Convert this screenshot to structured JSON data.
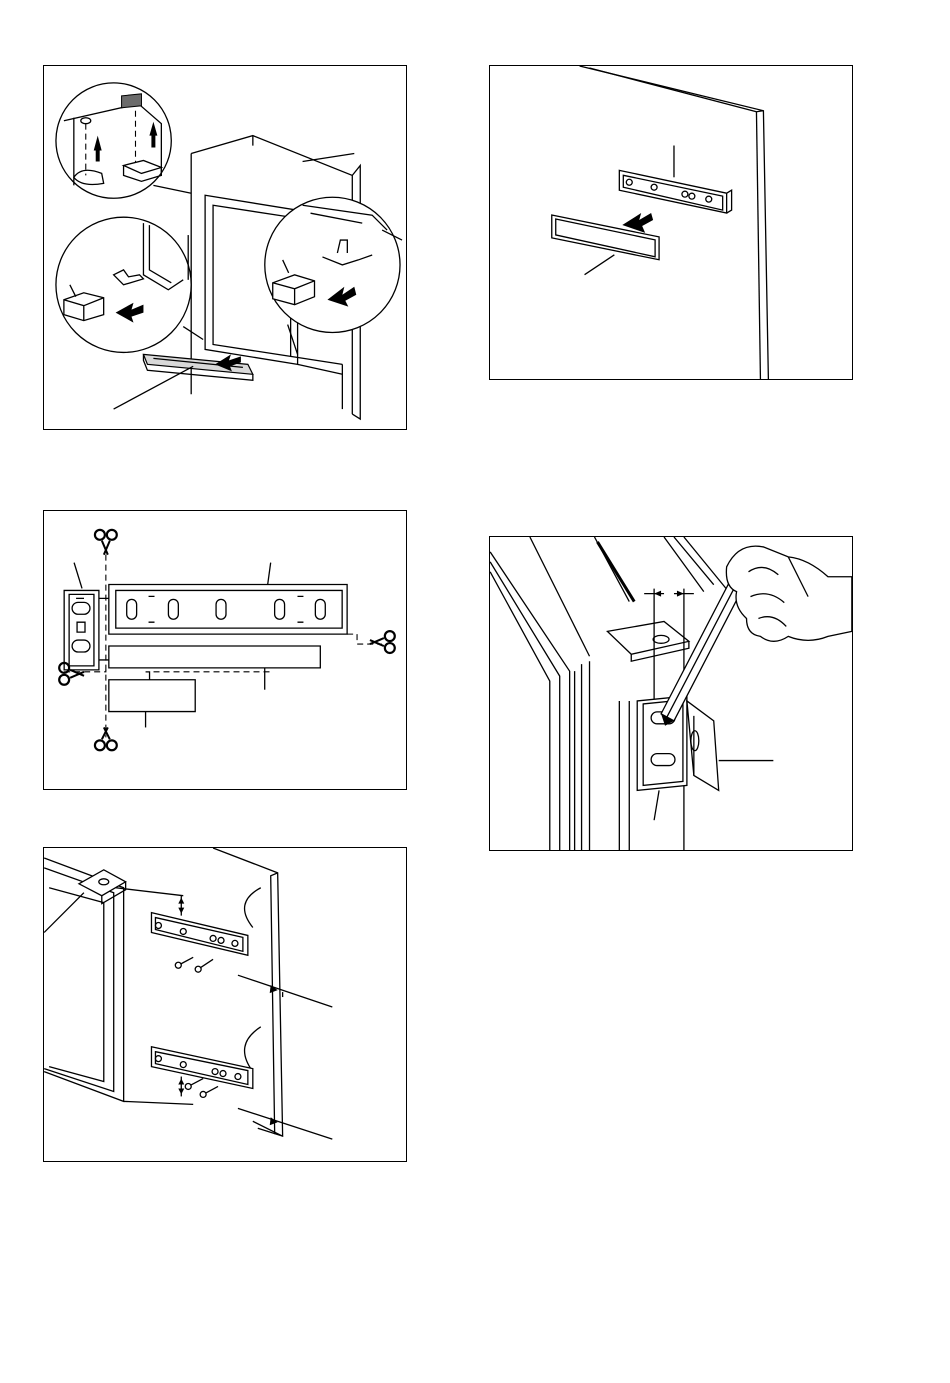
{
  "page": {
    "figures": [
      {
        "id": "fig-1",
        "description_icons": [
          "fridge-niche",
          "cover-strip",
          "spacer-block",
          "arrow"
        ]
      },
      {
        "id": "fig-2",
        "description_icons": [
          "door-panel",
          "hinge-bracket",
          "cover-plate",
          "arrow"
        ]
      },
      {
        "id": "fig-3",
        "description_icons": [
          "scissors-icon",
          "bracket-strip",
          "cut-line"
        ]
      },
      {
        "id": "fig-4",
        "description_icons": [
          "pencil",
          "hand",
          "hinge-bracket",
          "door-edge"
        ]
      },
      {
        "id": "fig-5",
        "description_icons": [
          "door-panel",
          "bracket",
          "screws",
          "measure-arrows"
        ]
      }
    ]
  },
  "colors": {
    "ink": "#000000",
    "paper": "#ffffff",
    "shade": "#d9d9d9"
  }
}
